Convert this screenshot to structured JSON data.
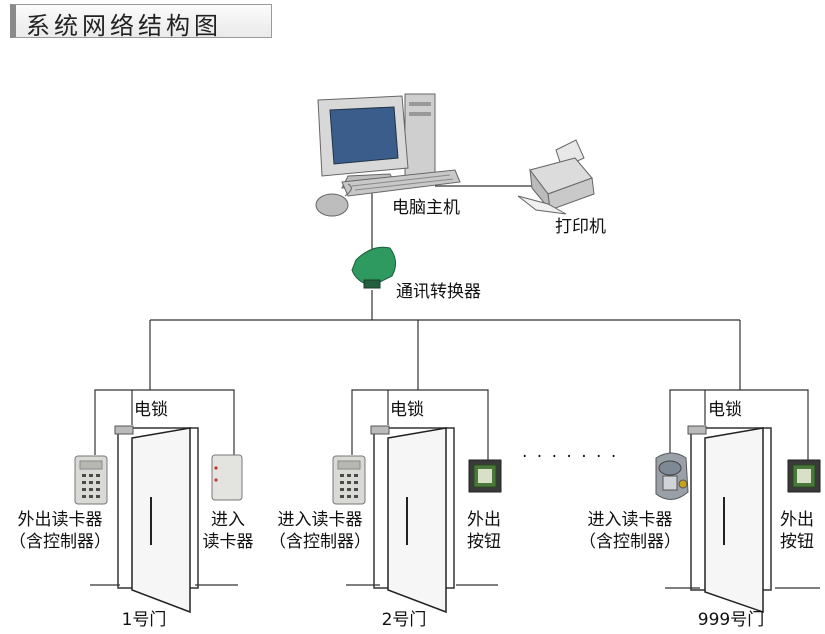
{
  "title": "系统网络结构图",
  "computer_label": "电脑主机",
  "printer_label": "打印机",
  "converter_label": "通讯转换器",
  "ellipsis": "· · · · · · ·",
  "doors": [
    {
      "lock_label": "电锁",
      "left_device": {
        "line1": "外出读卡器",
        "line2": "（含控制器）"
      },
      "right_device": {
        "line1": "进入",
        "line2": "读卡器"
      },
      "door_label": "1号门"
    },
    {
      "lock_label": "电锁",
      "left_device": {
        "line1": "进入读卡器",
        "line2": "（含控制器）"
      },
      "right_device": {
        "line1": "外出",
        "line2": "按钮"
      },
      "door_label": "2号门"
    },
    {
      "lock_label": "电锁",
      "left_device": {
        "line1": "进入读卡器",
        "line2": "（含控制器）"
      },
      "right_device": {
        "line1": "外出",
        "line2": "按钮"
      },
      "door_label": "999号门"
    }
  ],
  "colors": {
    "line": "#333333",
    "converter": "#2e9a5f",
    "monitor_screen": "#3a5d8c",
    "device_body": "#d9d9d6",
    "button_screen": "#4a7a3a"
  }
}
